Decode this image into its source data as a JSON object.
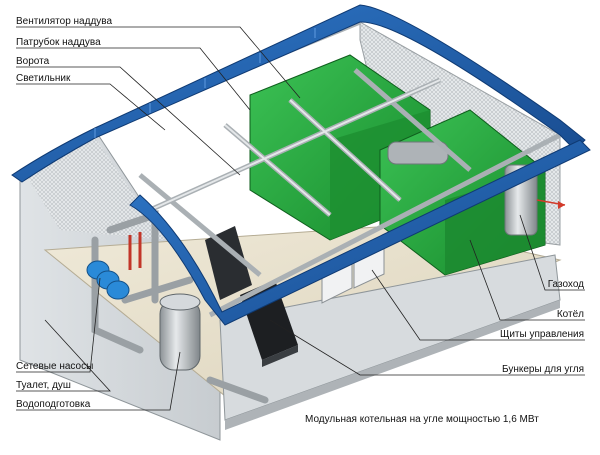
{
  "labels_left": [
    {
      "id": "ventilator",
      "text": "Вентилятор наддува"
    },
    {
      "id": "patrubok",
      "text": "Патрубок наддува"
    },
    {
      "id": "vorota",
      "text": "Ворота"
    },
    {
      "id": "svetilnik",
      "text": "Светильник"
    },
    {
      "id": "nasosy",
      "text": "Сетевые насосы"
    },
    {
      "id": "tualet",
      "text": "Туалет, душ"
    },
    {
      "id": "vodopodgotovka",
      "text": "Водоподготовка"
    }
  ],
  "labels_right": [
    {
      "id": "gazohod",
      "text": "Газоход"
    },
    {
      "id": "kotel",
      "text": "Котёл"
    },
    {
      "id": "shchity",
      "text": "Щиты управления"
    },
    {
      "id": "bunkery",
      "text": "Бункеры для угля"
    }
  ],
  "caption": "Модульная котельная на угле мощностью 1,6 МВт",
  "colors": {
    "roof": "#1f5fb0",
    "boiler": "#22a33a",
    "frame": "#c4c8cc",
    "floor": "#e9e2cf",
    "pump": "#2a8ad8",
    "leader": "#222222"
  }
}
